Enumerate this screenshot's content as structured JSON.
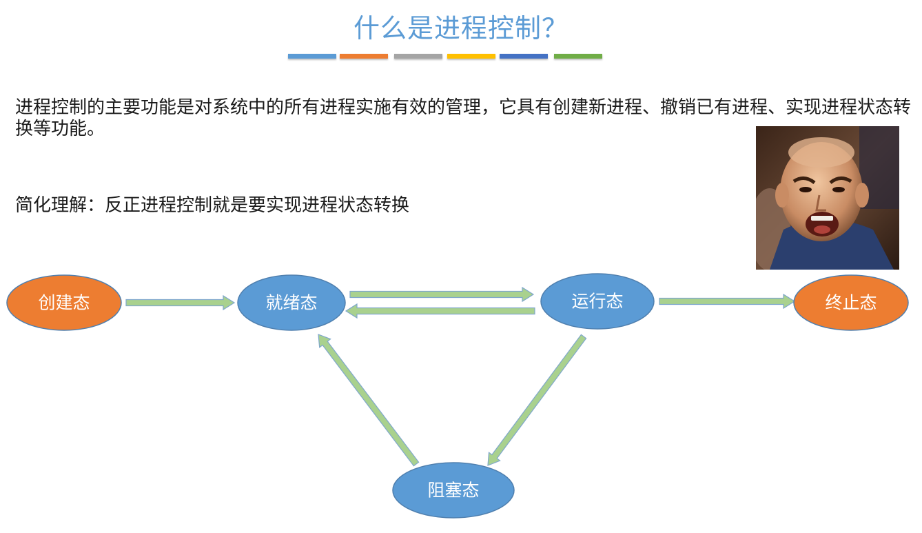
{
  "title": "什么是进程控制？",
  "accent_bars": [
    "#5b9bd5",
    "#ed7d31",
    "#a5a5a5",
    "#ffc000",
    "#4472c4",
    "#70ad47"
  ],
  "description": "进程控制的主要功能是对系统中的所有进程实施有效的管理，它具有创建新进程、撤销已有进程、实现进程状态转换等功能。",
  "simplified": "简化理解：反正进程控制就是要实现进程状态转换",
  "image": {
    "alt": "meme-face-photo"
  },
  "diagram": {
    "colors": {
      "orange_node": "#ed7d31",
      "blue_node": "#5b9bd5",
      "arrow_fill": "#a9d18e",
      "arrow_stroke": "#7fa7cc"
    },
    "states": {
      "create": "创建态",
      "ready": "就绪态",
      "running": "运行态",
      "terminated": "终止态",
      "blocked": "阻塞态"
    },
    "transitions": [
      {
        "from": "create",
        "to": "ready"
      },
      {
        "from": "ready",
        "to": "running"
      },
      {
        "from": "running",
        "to": "ready"
      },
      {
        "from": "running",
        "to": "terminated"
      },
      {
        "from": "running",
        "to": "blocked"
      },
      {
        "from": "blocked",
        "to": "ready"
      }
    ]
  }
}
